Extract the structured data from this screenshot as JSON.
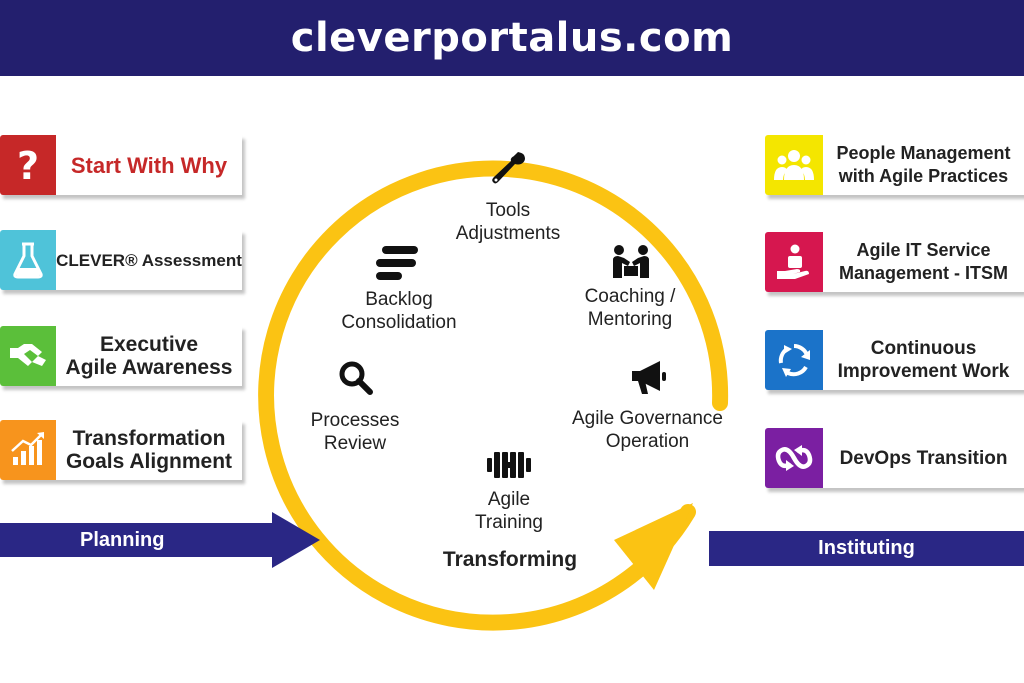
{
  "header": {
    "title": "cleverportalus.com"
  },
  "left_steps": [
    {
      "label": "Start With Why",
      "icon": "question-icon",
      "color": "#c62828",
      "text_color": "#c62828"
    },
    {
      "label": "CLEVER® Assessment",
      "icon": "flask-icon",
      "color": "#4fc3d9"
    },
    {
      "label_line1": "Executive",
      "label_line2": "Agile Awareness",
      "icon": "handshake-icon",
      "color": "#5bbf3a"
    },
    {
      "label_line1": "Transformation",
      "label_line2": "Goals Alignment",
      "icon": "growth-chart-icon",
      "color": "#f7941d"
    }
  ],
  "right_steps": [
    {
      "label_line1": "People Management",
      "label_line2": "with Agile Practices",
      "icon": "people-group-icon",
      "color": "#f4e600"
    },
    {
      "label_line1": "Agile IT Service",
      "label_line2": "Management - ITSM",
      "icon": "service-hand-icon",
      "color": "#d6174f"
    },
    {
      "label_line1": "Continuous",
      "label_line2": "Improvement Work",
      "icon": "cycle-arrows-icon",
      "color": "#1b73c9"
    },
    {
      "label": "DevOps Transition",
      "icon": "loop-arrows-icon",
      "color": "#7b1fa2"
    }
  ],
  "stages": {
    "planning": "Planning",
    "transforming": "Transforming",
    "instituting": "Instituting"
  },
  "cycle": {
    "ring_color": "#fbc313",
    "items": [
      {
        "line1": "Tools",
        "line2": "Adjustments",
        "icon": "wrench-icon"
      },
      {
        "line1": "Coaching /",
        "line2": "Mentoring",
        "icon": "coaching-icon"
      },
      {
        "line1": "Agile Governance",
        "line2": "Operation",
        "icon": "megaphone-icon"
      },
      {
        "line1": "Agile",
        "line2": "Training",
        "icon": "dumbbell-icon"
      },
      {
        "line1": "Processes",
        "line2": "Review",
        "icon": "magnifier-icon"
      },
      {
        "line1": "Backlog",
        "line2": "Consolidation",
        "icon": "backlog-bars-icon"
      }
    ]
  }
}
